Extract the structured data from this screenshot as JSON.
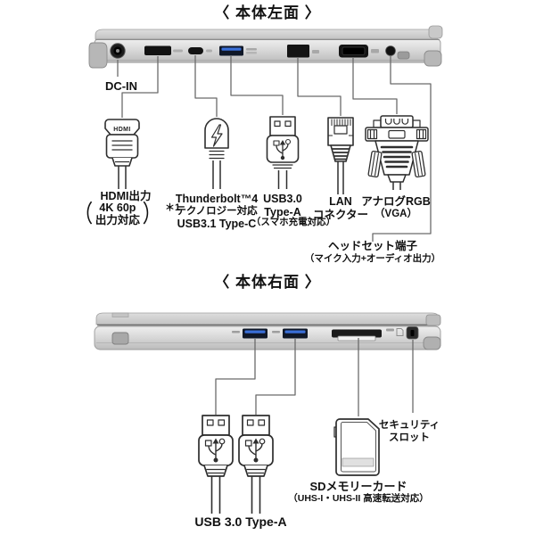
{
  "left_section": {
    "title": "〈 本体左面 〉",
    "dc_in": {
      "label": "DC-IN"
    },
    "hdmi": {
      "title": "HDMI出力",
      "paren_open": "（",
      "paren_close": "）",
      "spec_line1": "4K 60p",
      "spec_line2": "出力対応",
      "footnote": "＊1",
      "plug_text": "HDMI"
    },
    "thunderbolt": {
      "line1": "Thunderbolt™4",
      "line2": "テクノロジー対応",
      "line3": "USB3.1 Type-C"
    },
    "usb": {
      "line1": "USB3.0",
      "line2": "Type-A",
      "line3": "（スマホ充電対応）"
    },
    "lan": {
      "line1": "LAN",
      "line2": "コネクター"
    },
    "vga": {
      "line1": "アナログRGB",
      "line2": "（VGA）"
    },
    "headset": {
      "line1": "ヘッドセット端子",
      "line2": "（マイク入力+オーディオ出力）"
    }
  },
  "right_section": {
    "title": "〈 本体右面 〉",
    "usb": {
      "label": "USB 3.0 Type-A"
    },
    "sd_card": {
      "line1": "SDメモリーカード",
      "line2": "（UHS-I・UHS-II 高速転送対応）"
    },
    "security": {
      "line1": "セキュリティ",
      "line2": "スロット"
    }
  },
  "colors": {
    "usb_port_blue": "#3a6fd8",
    "port_black": "#151515",
    "laptop_silver": "#d9d9d9",
    "leader_line_gray": "#6b6b6b",
    "line_art": "#2e2e2e",
    "text": "#111111"
  }
}
